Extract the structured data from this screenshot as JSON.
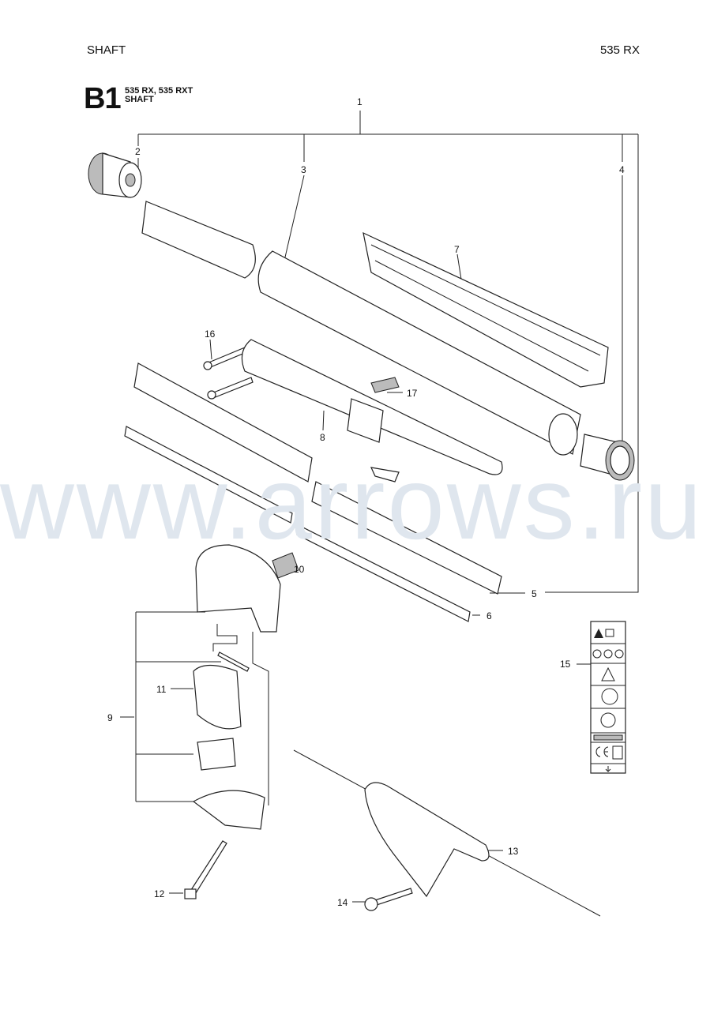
{
  "header": {
    "left": "SHAFT",
    "right": "535 RX"
  },
  "section": {
    "code": "B1",
    "models": "535 RX, 535 RXT",
    "title": "SHAFT"
  },
  "watermark": "www.arrows.ru",
  "callouts": [
    "1",
    "2",
    "3",
    "4",
    "5",
    "6",
    "7",
    "8",
    "9",
    "10",
    "11",
    "12",
    "13",
    "14",
    "15",
    "16",
    "17"
  ]
}
